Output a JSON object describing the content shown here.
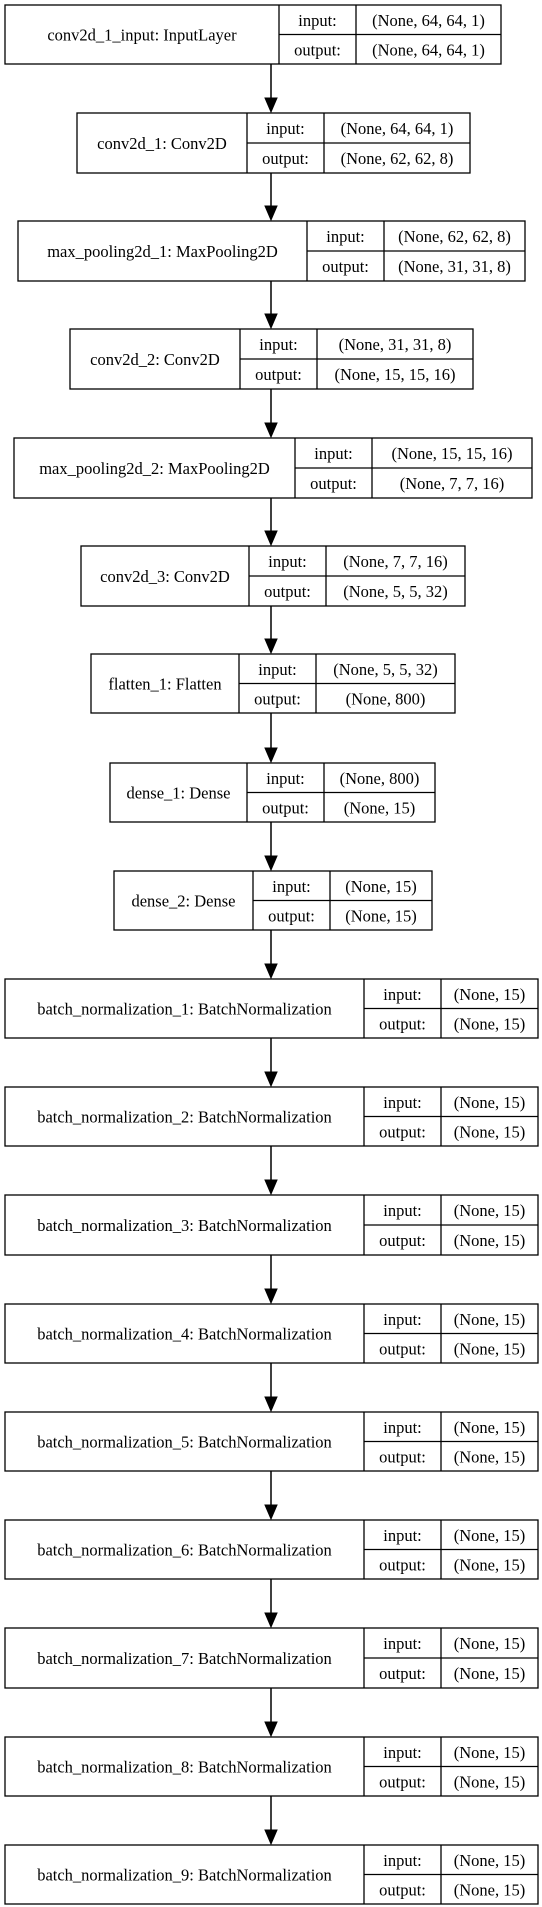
{
  "diagram": {
    "type": "keras-model-plot",
    "port_labels": {
      "input": "input:",
      "output": "output:"
    },
    "nodes": [
      {
        "id": "conv2d_1_input",
        "label": "conv2d_1_input: InputLayer",
        "input": "(None, 64, 64, 1)",
        "output": "(None, 64, 64, 1)"
      },
      {
        "id": "conv2d_1",
        "label": "conv2d_1: Conv2D",
        "input": "(None, 64, 64, 1)",
        "output": "(None, 62, 62, 8)"
      },
      {
        "id": "max_pooling2d_1",
        "label": "max_pooling2d_1: MaxPooling2D",
        "input": "(None, 62, 62, 8)",
        "output": "(None, 31, 31, 8)"
      },
      {
        "id": "conv2d_2",
        "label": "conv2d_2: Conv2D",
        "input": "(None, 31, 31, 8)",
        "output": "(None, 15, 15, 16)"
      },
      {
        "id": "max_pooling2d_2",
        "label": "max_pooling2d_2: MaxPooling2D",
        "input": "(None, 15, 15, 16)",
        "output": "(None, 7, 7, 16)"
      },
      {
        "id": "conv2d_3",
        "label": "conv2d_3: Conv2D",
        "input": "(None, 7, 7, 16)",
        "output": "(None, 5, 5, 32)"
      },
      {
        "id": "flatten_1",
        "label": "flatten_1: Flatten",
        "input": "(None, 5, 5, 32)",
        "output": "(None, 800)"
      },
      {
        "id": "dense_1",
        "label": "dense_1: Dense",
        "input": "(None, 800)",
        "output": "(None, 15)"
      },
      {
        "id": "dense_2",
        "label": "dense_2: Dense",
        "input": "(None, 15)",
        "output": "(None, 15)"
      },
      {
        "id": "batch_normalization_1",
        "label": "batch_normalization_1: BatchNormalization",
        "input": "(None, 15)",
        "output": "(None, 15)"
      },
      {
        "id": "batch_normalization_2",
        "label": "batch_normalization_2: BatchNormalization",
        "input": "(None, 15)",
        "output": "(None, 15)"
      },
      {
        "id": "batch_normalization_3",
        "label": "batch_normalization_3: BatchNormalization",
        "input": "(None, 15)",
        "output": "(None, 15)"
      },
      {
        "id": "batch_normalization_4",
        "label": "batch_normalization_4: BatchNormalization",
        "input": "(None, 15)",
        "output": "(None, 15)"
      },
      {
        "id": "batch_normalization_5",
        "label": "batch_normalization_5: BatchNormalization",
        "input": "(None, 15)",
        "output": "(None, 15)"
      },
      {
        "id": "batch_normalization_6",
        "label": "batch_normalization_6: BatchNormalization",
        "input": "(None, 15)",
        "output": "(None, 15)"
      },
      {
        "id": "batch_normalization_7",
        "label": "batch_normalization_7: BatchNormalization",
        "input": "(None, 15)",
        "output": "(None, 15)"
      },
      {
        "id": "batch_normalization_8",
        "label": "batch_normalization_8: BatchNormalization",
        "input": "(None, 15)",
        "output": "(None, 15)"
      },
      {
        "id": "batch_normalization_9",
        "label": "batch_normalization_9: BatchNormalization",
        "input": "(None, 15)",
        "output": "(None, 15)"
      }
    ],
    "edges": [
      [
        "conv2d_1_input",
        "conv2d_1"
      ],
      [
        "conv2d_1",
        "max_pooling2d_1"
      ],
      [
        "max_pooling2d_1",
        "conv2d_2"
      ],
      [
        "conv2d_2",
        "max_pooling2d_2"
      ],
      [
        "max_pooling2d_2",
        "conv2d_3"
      ],
      [
        "conv2d_3",
        "flatten_1"
      ],
      [
        "flatten_1",
        "dense_1"
      ],
      [
        "dense_1",
        "dense_2"
      ],
      [
        "dense_2",
        "batch_normalization_1"
      ],
      [
        "batch_normalization_1",
        "batch_normalization_2"
      ],
      [
        "batch_normalization_2",
        "batch_normalization_3"
      ],
      [
        "batch_normalization_3",
        "batch_normalization_4"
      ],
      [
        "batch_normalization_4",
        "batch_normalization_5"
      ],
      [
        "batch_normalization_5",
        "batch_normalization_6"
      ],
      [
        "batch_normalization_6",
        "batch_normalization_7"
      ],
      [
        "batch_normalization_7",
        "batch_normalization_8"
      ],
      [
        "batch_normalization_8",
        "batch_normalization_9"
      ]
    ]
  }
}
